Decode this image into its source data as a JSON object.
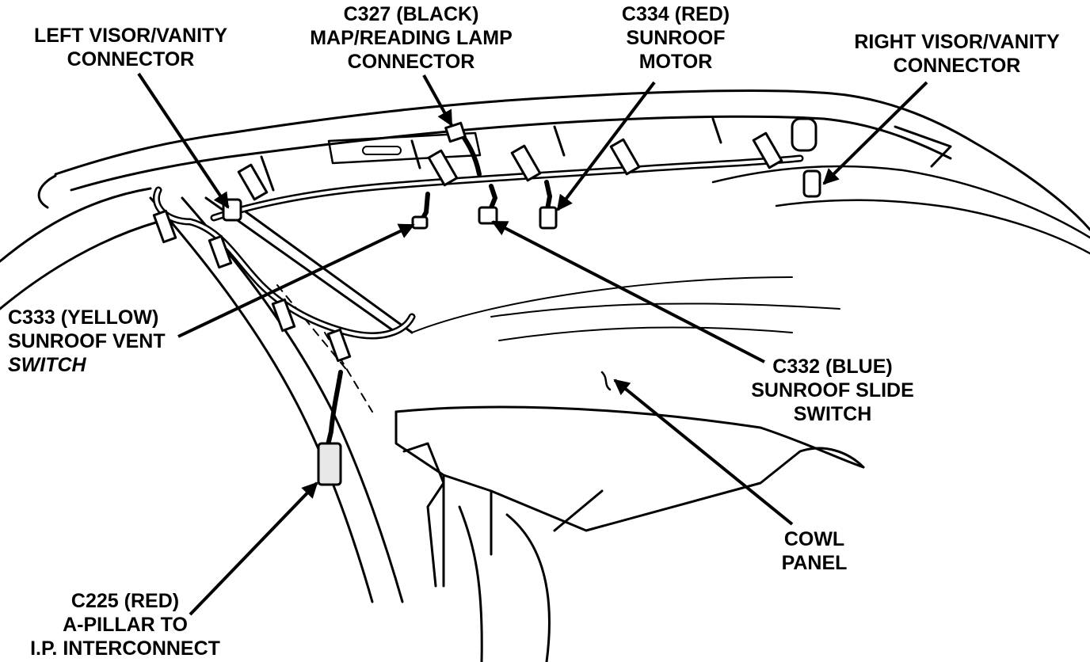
{
  "colors": {
    "line": "#000000",
    "background": "#ffffff"
  },
  "callouts": {
    "left_visor": {
      "line1": "LEFT VISOR/VANITY",
      "line2": "CONNECTOR"
    },
    "c327": {
      "line1": "C327 (BLACK)",
      "line2": "MAP/READING LAMP",
      "line3": "CONNECTOR"
    },
    "c334": {
      "line1": "C334 (RED)",
      "line2": "SUNROOF",
      "line3": "MOTOR"
    },
    "right_visor": {
      "line1": "RIGHT VISOR/VANITY",
      "line2": "CONNECTOR"
    },
    "c333": {
      "line1": "C333 (YELLOW)",
      "line2": "SUNROOF VENT",
      "line3": "SWITCH"
    },
    "c332": {
      "line1": "C332 (BLUE)",
      "line2": "SUNROOF SLIDE",
      "line3": "SWITCH"
    },
    "cowl": {
      "line1": "COWL",
      "line2": "PANEL"
    },
    "c225": {
      "line1": "C225 (RED)",
      "line2": "A-PILLAR TO",
      "line3": "I.P. INTERCONNECT"
    }
  }
}
